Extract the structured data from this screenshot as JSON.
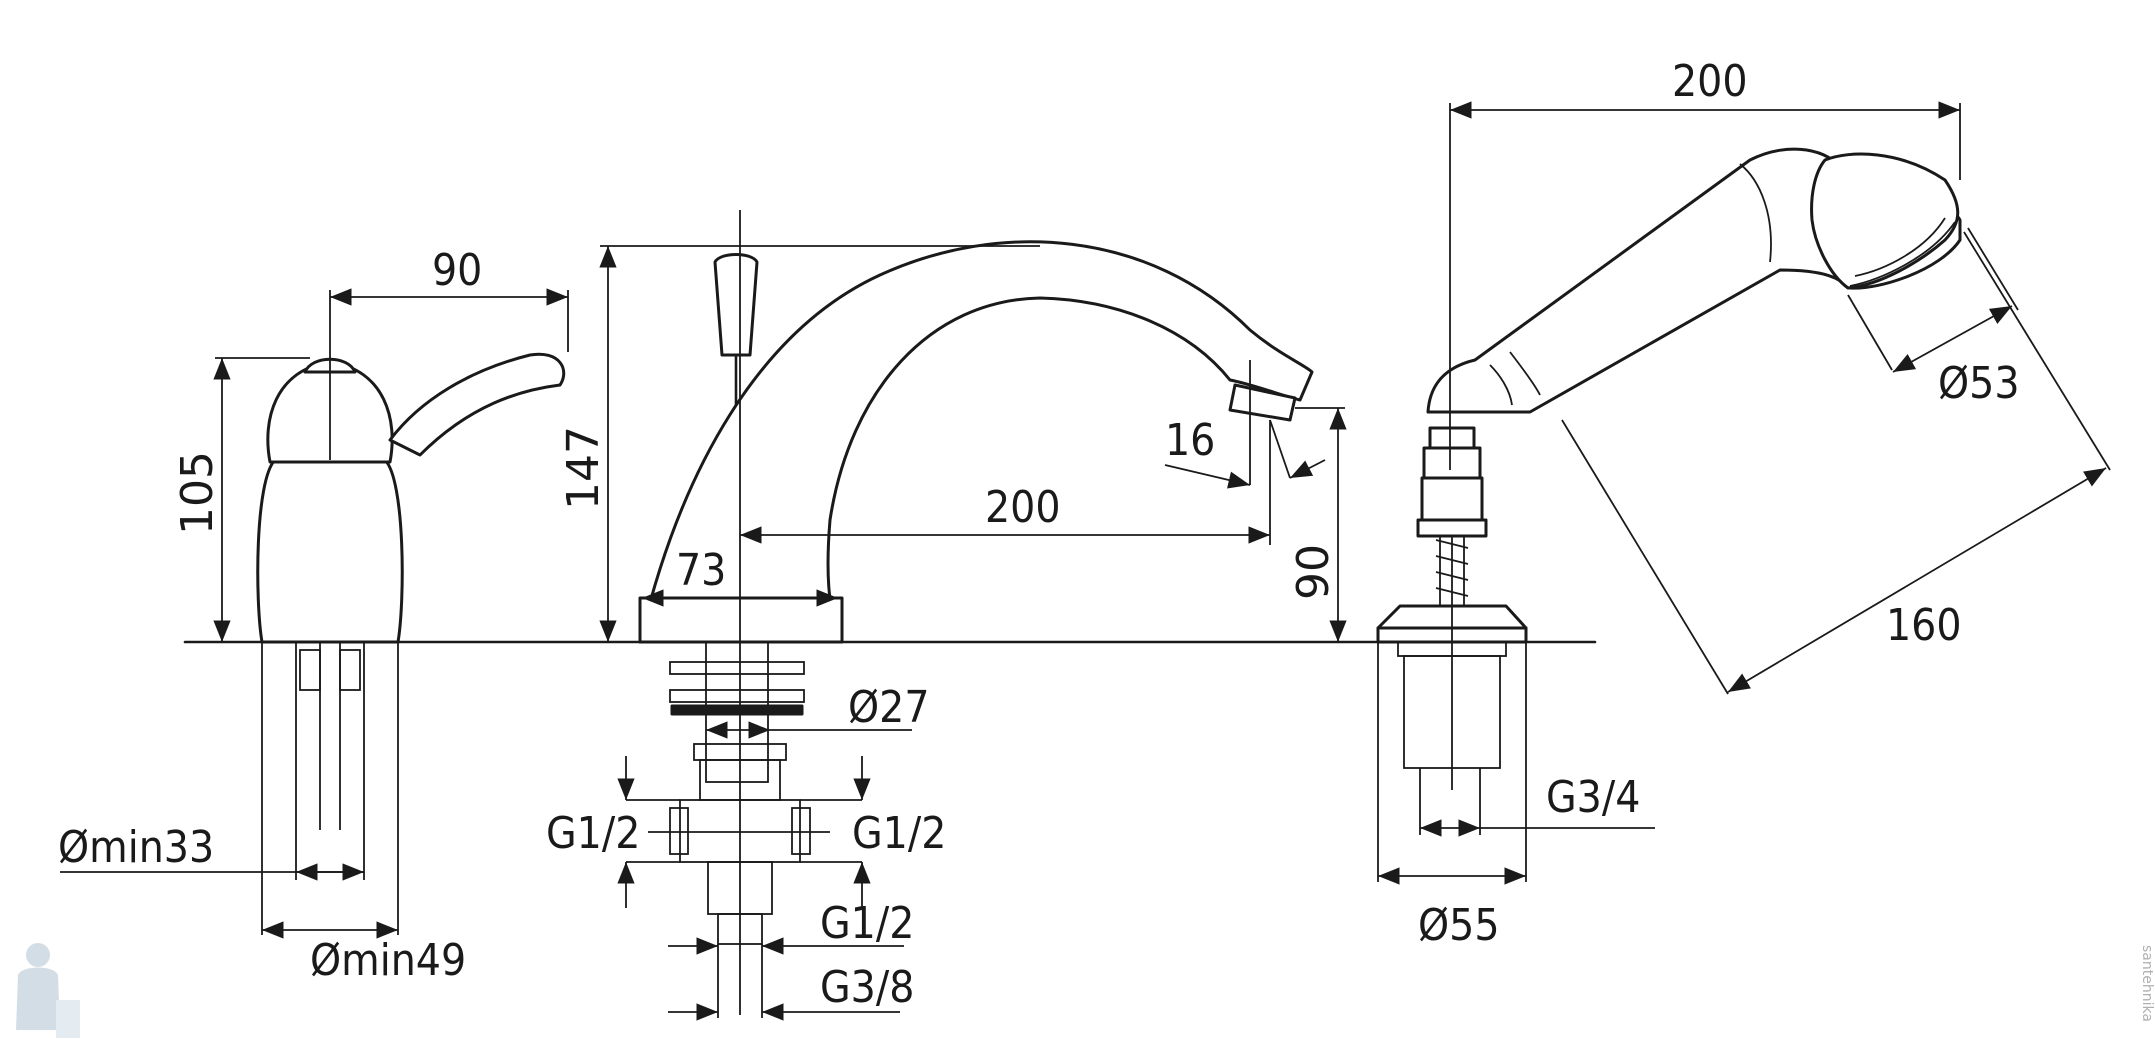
{
  "dimensions": {
    "lever_reach": "90",
    "mixer_height": "105",
    "min_hole_inner": "Ømin33",
    "min_hole_outer": "Ømin49",
    "spout_height": "147",
    "spout_base": "73",
    "spout_reach": "200",
    "spout_outlet_offset": "16",
    "spout_outlet_height": "90",
    "spout_stem": "Ø27",
    "inlet_left": "G1/2",
    "inlet_right": "G1/2",
    "outlet_thread": "G1/2",
    "outlet_thread_2": "G3/8",
    "shower_length": "200",
    "shower_head": "Ø53",
    "shower_diagonal": "160",
    "holder_thread": "G3/4",
    "holder_base": "Ø55"
  },
  "watermark": "santehnika",
  "colors": {
    "line": "#1a1a1a",
    "background": "#ffffff",
    "watermark": "#b0b0b0"
  }
}
